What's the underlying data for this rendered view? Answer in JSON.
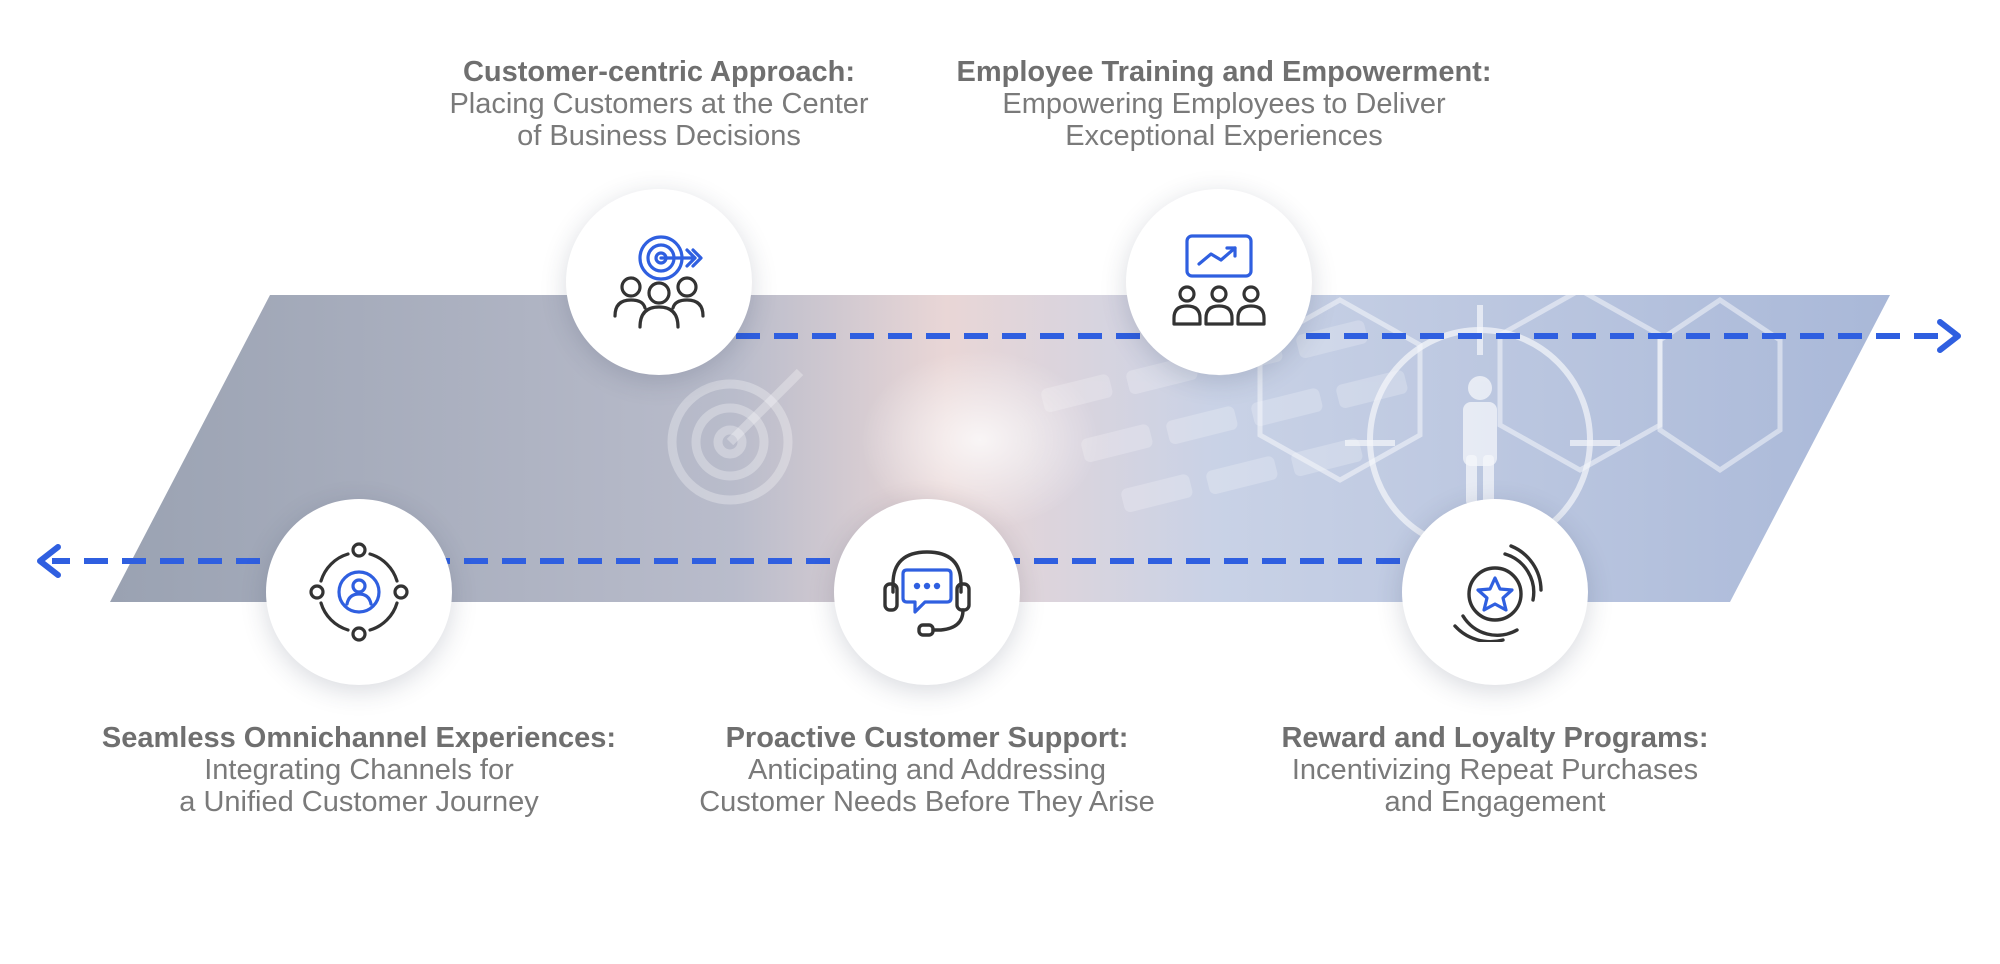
{
  "colors": {
    "accent": "#2f5fe0",
    "icon_dark": "#3a3a3a",
    "text": "#7a7a7a",
    "band": "#aab4c8"
  },
  "items": [
    {
      "title": "Customer-centric Approach:",
      "description": "Placing Customers at the Center\nof Business Decisions",
      "icon": "target-team-icon"
    },
    {
      "title": "Employee Training and Empowerment:",
      "description": "Empowering Employees to Deliver\nExceptional Experiences",
      "icon": "presentation-training-icon"
    },
    {
      "title": "Seamless Omnichannel Experiences:",
      "description": "Integrating Channels for\na Unified Customer Journey",
      "icon": "user-network-icon"
    },
    {
      "title": "Proactive Customer Support:",
      "description": "Anticipating and Addressing\nCustomer Needs Before They Arise",
      "icon": "headset-chat-icon"
    },
    {
      "title": "Reward and Loyalty Programs:",
      "description": "Incentivizing Repeat Purchases\nand Engagement",
      "icon": "loyalty-star-icon"
    }
  ]
}
